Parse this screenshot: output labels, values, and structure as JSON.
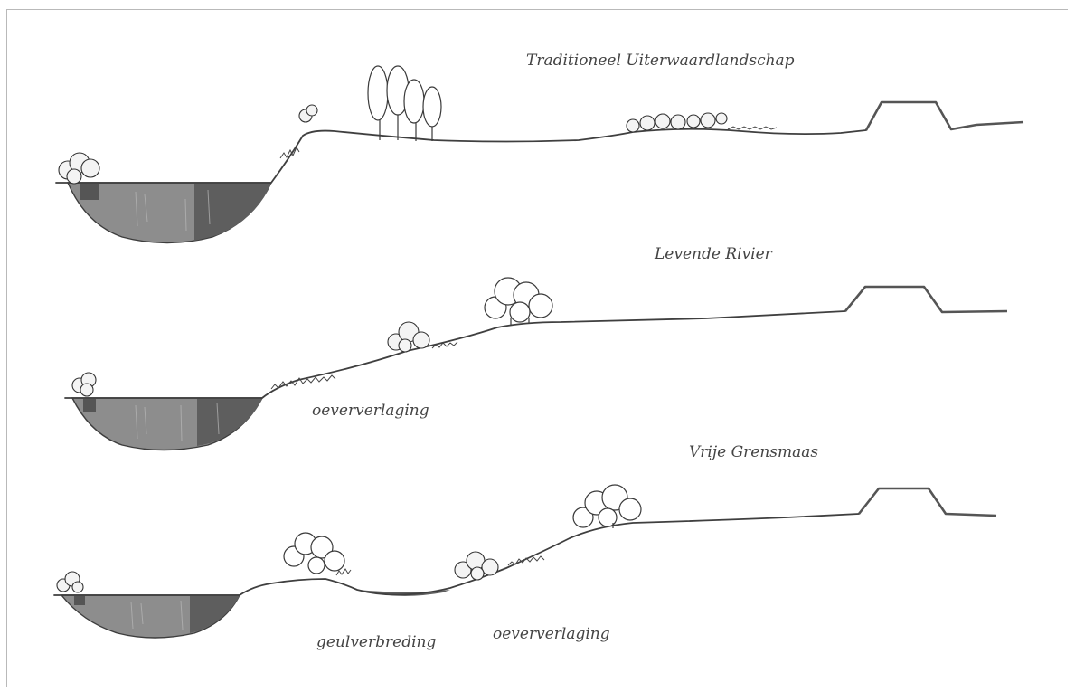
{
  "panels": {
    "top": {
      "title": "Traditioneel Uiterwaardlandschap"
    },
    "middle": {
      "title": "Levende Rivier",
      "annotation": "oeververlaging"
    },
    "bottom": {
      "title": "Vrije Grensmaas",
      "annotation_left": "geulverbreding",
      "annotation_right": "oeververlaging"
    }
  }
}
